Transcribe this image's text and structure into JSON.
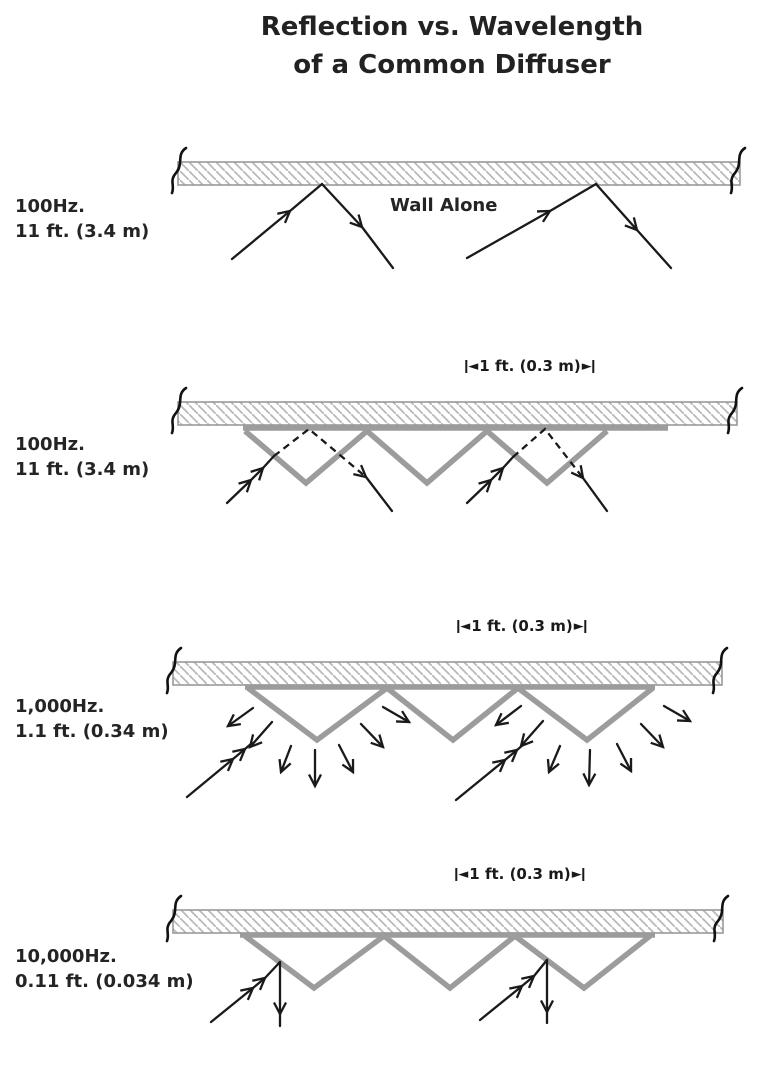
{
  "title": {
    "line1": "Reflection vs. Wavelength",
    "line2": "of a Common Diffuser"
  },
  "glyphs": {
    "dim_arrow_left": "◄",
    "dim_arrow_right": "►"
  },
  "panels": [
    {
      "name": "wall-alone-100hz",
      "freq": "100Hz.",
      "wavelength": "11 ft. (3.4 m)",
      "caption": "Wall Alone"
    },
    {
      "name": "diffuser-100hz",
      "freq": "100Hz.",
      "wavelength": "11 ft. (3.4 m)",
      "dimension": "1 ft. (0.3 m)"
    },
    {
      "name": "diffuser-1000hz",
      "freq": "1,000Hz.",
      "wavelength": "1.1 ft. (0.34 m)",
      "dimension": "1 ft. (0.3 m)"
    },
    {
      "name": "diffuser-10000hz",
      "freq": "10,000Hz.",
      "wavelength": "0.11 ft. (0.034 m)",
      "dimension": "1 ft. (0.3 m)"
    }
  ],
  "colors": {
    "ink": "#1a1a1a",
    "diffuser_gray": "#9c9c9c",
    "hatch_gray": "#b9b9b9",
    "wall_border": "#999999",
    "background": "#ffffff"
  }
}
